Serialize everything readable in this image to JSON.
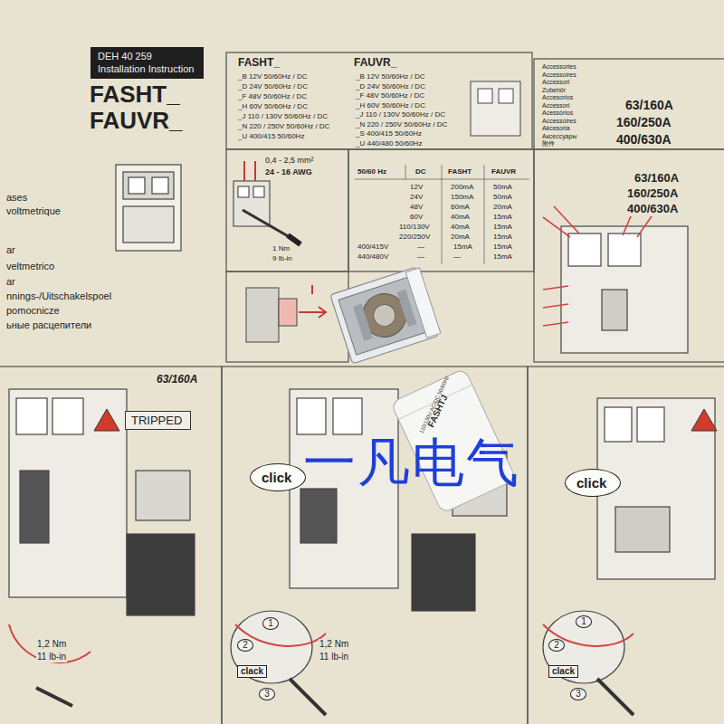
{
  "diagram": {
    "nodes": [
      {
        "text": [
          "DEH 40 259",
          "Installation Instruction"
        ]
      },
      {
        "text": [
          "TRIPPED"
        ]
      },
      {
        "text": [
          "click"
        ]
      },
      {
        "text": [
          "click"
        ]
      }
    ],
    "labels": [
      "FASHT_",
      "FAUVR_",
      "FASHT_",
      "_B 12V 50/60Hz / DC",
      "_D 24V 50/60Hz / DC",
      "_F 48V 50/60Hz / DC",
      "_H 60V 50/60Hz / DC",
      "_J 110 / 130V 50/60Hz / DC",
      "_N 220 / 250V 50/60Hz / DC",
      "_U 400/415 50/60Hz",
      "FAUVR_",
      "_B 12V 50/60Hz / DC",
      "_D 24V 50/60Hz / DC",
      "_F 48V 50/60Hz / DC",
      "_H 60V 50/60Hz / DC",
      "_J 110 / 130V 50/60Hz / DC",
      "_N 220 / 250V 50/60Hz / DC",
      "_S 400/415 50/60Hz",
      "_U 440/480 50/60Hz",
      "Accessories",
      "Accessoires",
      "Accessori",
      "Zubehör",
      "Accesorios",
      "Accessori",
      "Acessórios",
      "Accessoires",
      "Akcesoria",
      "Аксессуары",
      "附件",
      "63/160A",
      "160/250A",
      "400/630A",
      "0,4 - 2,5 mm²",
      "24 - 16 AWG",
      "1 Nm",
      "9 lb-in",
      "50/60 Hz",
      "DC",
      "FASHT",
      "FAUVR",
      "12V",
      "200mA",
      "50mA",
      "24V",
      "150mA",
      "50mA",
      "48V",
      "60mA",
      "20mA",
      "60V",
      "40mA",
      "15mA",
      "110/130V",
      "40mA",
      "15mA",
      "220/250V",
      "20mA",
      "15mA",
      "400/415V",
      "—",
      "15mA",
      "15mA",
      "440/480V",
      "—",
      "—",
      "15mA",
      "63/160A",
      "160/250A",
      "400/630A",
      "ases",
      "voltmetrique",
      "ar",
      "veltmetrico",
      "ar",
      "nnings-/Uitschakelspoel",
      "pomocnicze",
      "ьные расцепители",
      "63/160A",
      "1,2 Nm",
      "11 lb-in",
      "clack",
      "1",
      "2",
      "3",
      "1,2 Nm",
      "11 lb-in",
      "clack",
      "1",
      "2",
      "3",
      "FASHTJ",
      "110/130V AC/DC 50/60Hz",
      "一凡电气"
    ]
  }
}
